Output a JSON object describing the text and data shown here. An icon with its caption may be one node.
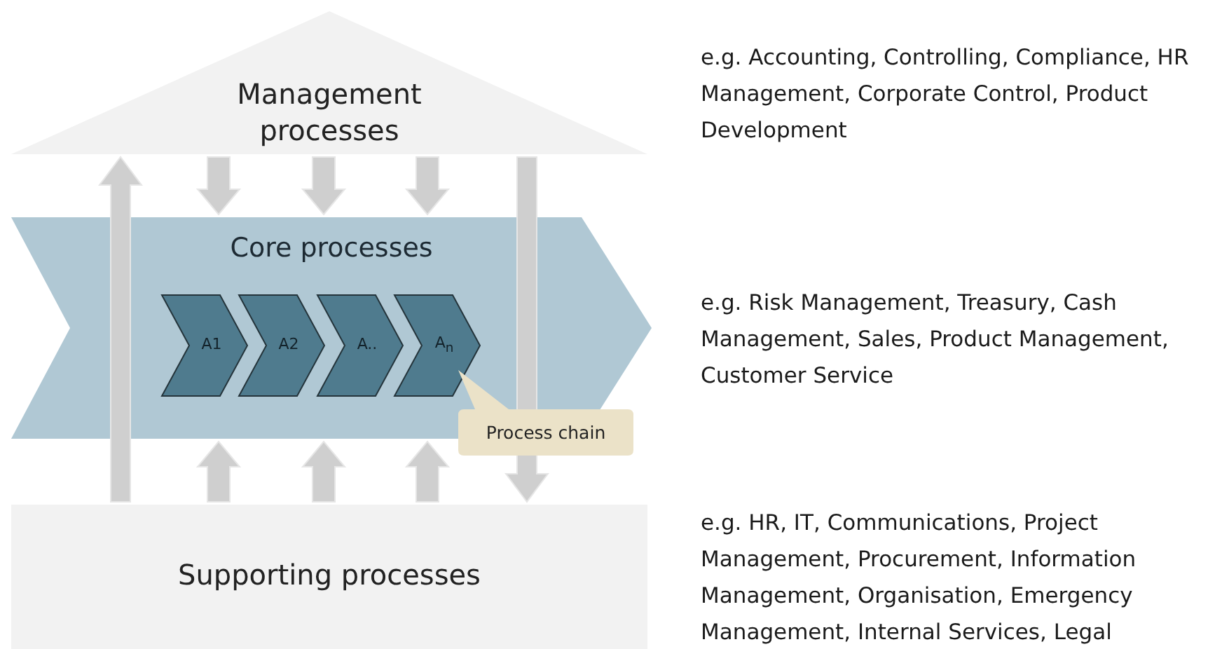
{
  "diagram": {
    "nodes": [
      {
        "text": [
          "Management processes"
        ],
        "beside": [
          "e.g. Accounting, Controlling, Compliance, HR Management, Corporate Control, Product Development"
        ]
      },
      {
        "text": [
          "Core processes"
        ],
        "beside": [
          "e.g. Risk Management, Treasury, Cash Management, Sales, Product Management, Customer Service"
        ]
      },
      {
        "text": [
          "A1"
        ],
        "in": 1
      },
      {
        "text": [
          "A2"
        ],
        "in": 1
      },
      {
        "text": [
          "A.."
        ],
        "in": 1
      },
      {
        "text": [
          "A$_{n}$"
        ],
        "in": 1
      },
      {
        "text": [
          "Process chain"
        ]
      },
      {
        "text": [
          "Supporting processes"
        ],
        "beside": [
          "e.g. HR, IT, Communications, Project Management, Procurement, Information Management, Organisation, Emergency Management, Internal Services, Legal"
        ]
      }
    ],
    "edges": [
      {
        "from": 0,
        "to": 1,
        "arrow": "to"
      },
      {
        "from": 0,
        "to": 1,
        "arrow": "to"
      },
      {
        "from": 0,
        "to": 1,
        "arrow": "to"
      },
      {
        "from": 7,
        "to": 1,
        "arrow": "to"
      },
      {
        "from": 7,
        "to": 1,
        "arrow": "to"
      },
      {
        "from": 7,
        "to": 1,
        "arrow": "to"
      },
      {
        "from": 7,
        "to": 0,
        "arrow": "to"
      },
      {
        "from": 0,
        "to": 7,
        "arrow": "to"
      }
    ]
  }
}
